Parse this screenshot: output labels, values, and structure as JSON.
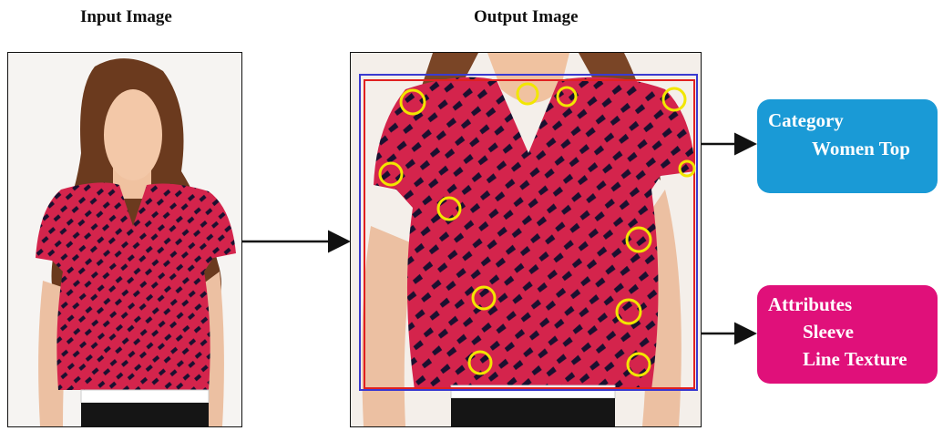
{
  "titles": {
    "input": "Input Image",
    "output": "Output Image"
  },
  "category_box": {
    "heading": "Category",
    "value": "Women Top",
    "color": "#1a9ad6"
  },
  "attributes_box": {
    "heading": "Attributes",
    "values": [
      "Sleeve",
      "Line Texture"
    ],
    "color": "#e0107a"
  },
  "colors": {
    "shirt_red": "#d4244c",
    "pattern_dark": "#1a1030",
    "skin": "#f3c8a8",
    "hair": "#6b3a1e",
    "detect_red": "#e02020",
    "detect_blue": "#3a3ad0",
    "marker_yellow": "#f2e600"
  },
  "icons": {
    "flow_arrow": "arrow-right-icon",
    "keypoint": "circle-marker-icon"
  }
}
